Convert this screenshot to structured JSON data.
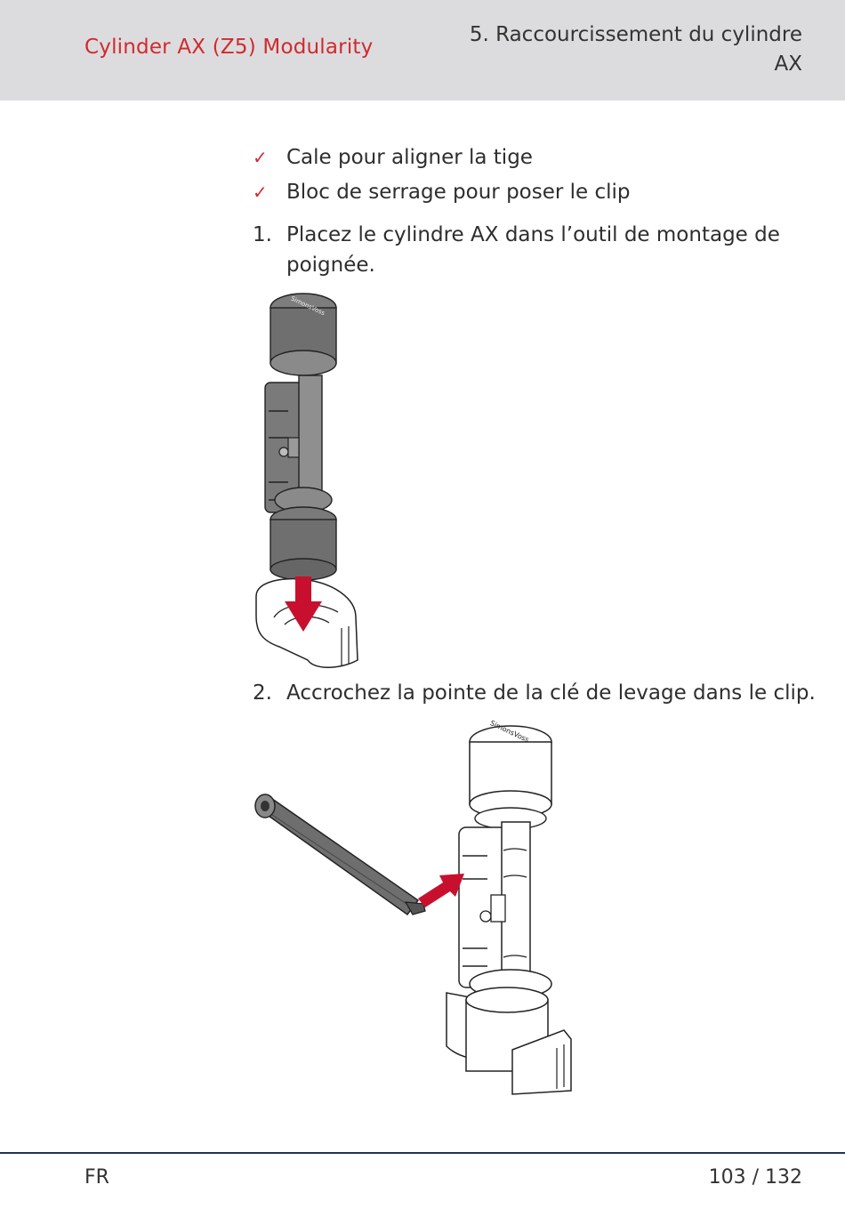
{
  "header": {
    "doc_title": "Cylinder AX (Z5) Modularity",
    "section_line1": "5. Raccourcissement du cylindre",
    "section_line2": "AX"
  },
  "checklist": [
    {
      "icon": "checkmark-icon",
      "text": "Cale pour aligner la tige"
    },
    {
      "icon": "checkmark-icon",
      "text": "Bloc de serrage pour poser le clip"
    }
  ],
  "steps": [
    {
      "number": "1.",
      "text": "Placez le cylindre AX dans l’outil de montage de poignée."
    },
    {
      "number": "2.",
      "text": "Accrochez la pointe de la clé de levage dans le clip."
    }
  ],
  "figures": {
    "knob_brand": "SimonsVoss"
  },
  "footer": {
    "language": "FR",
    "page": "103 / 132"
  },
  "colors": {
    "accent_red": "#d12a2e",
    "header_gray": "#dcdcde",
    "footer_line": "#1f3550"
  }
}
